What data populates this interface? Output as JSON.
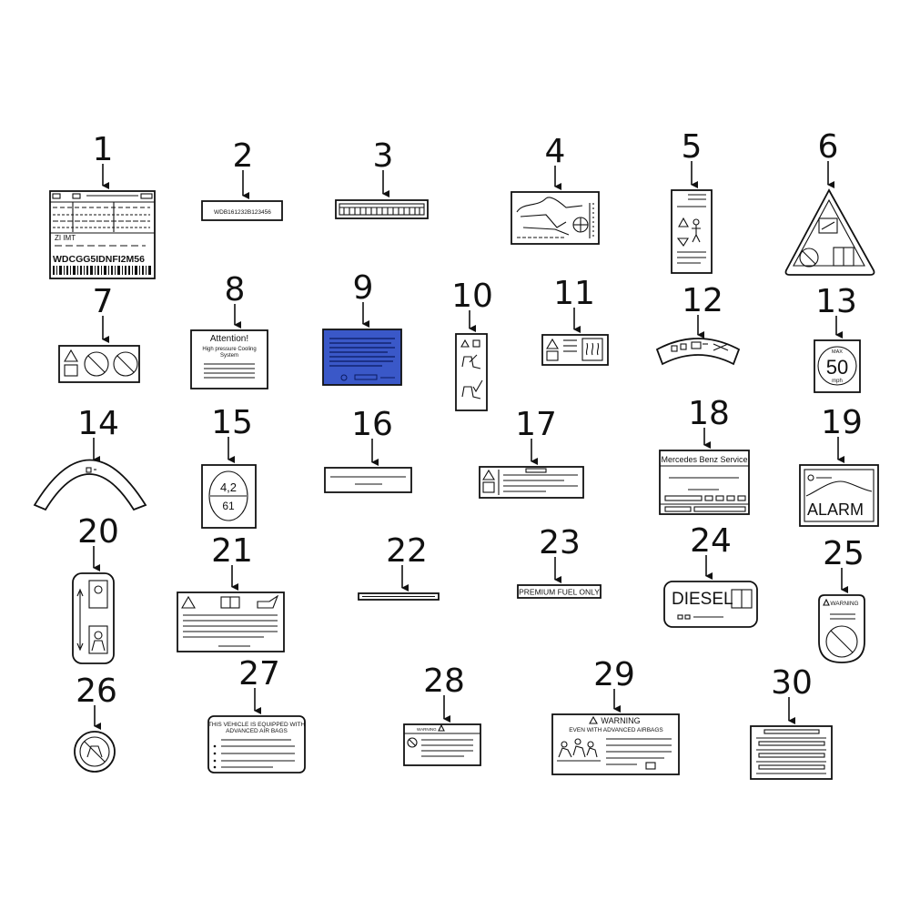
{
  "callouts": [
    "1",
    "2",
    "3",
    "4",
    "5",
    "6",
    "7",
    "8",
    "9",
    "10",
    "11",
    "12",
    "13",
    "14",
    "15",
    "16",
    "17",
    "18",
    "19",
    "20",
    "21",
    "22",
    "23",
    "24",
    "25",
    "26",
    "27",
    "28",
    "29",
    "30"
  ],
  "labels": {
    "vin_code": "WDCGG5IDNFI2M56",
    "vin_short": "ZI IMT",
    "vin_plate": "WDB161232B123456",
    "attention_title": "Attention!",
    "attention_line1": "High pressure Cooling",
    "attention_line2": "System",
    "tire_top": "4,2",
    "tire_bottom": "61",
    "speed_max": "MAX",
    "speed_value": "50",
    "speed_unit": "mph",
    "service_title": "Mercedes Benz Service",
    "alarm": "ALARM",
    "premium_fuel": "PREMIUM FUEL ONLY",
    "diesel": "DIESEL",
    "warning_small": "WARNING",
    "airbag_line1": "THIS VEHICLE IS EQUIPPED WITH",
    "airbag_line2": "ADVANCED AIR BAGS",
    "warning_28": "WARNING",
    "warning_29": "WARNING",
    "airbags_29": "EVEN WITH ADVANCED AIRBAGS"
  },
  "colors": {
    "label_blue": "#3a58c8",
    "ink": "#111111"
  }
}
